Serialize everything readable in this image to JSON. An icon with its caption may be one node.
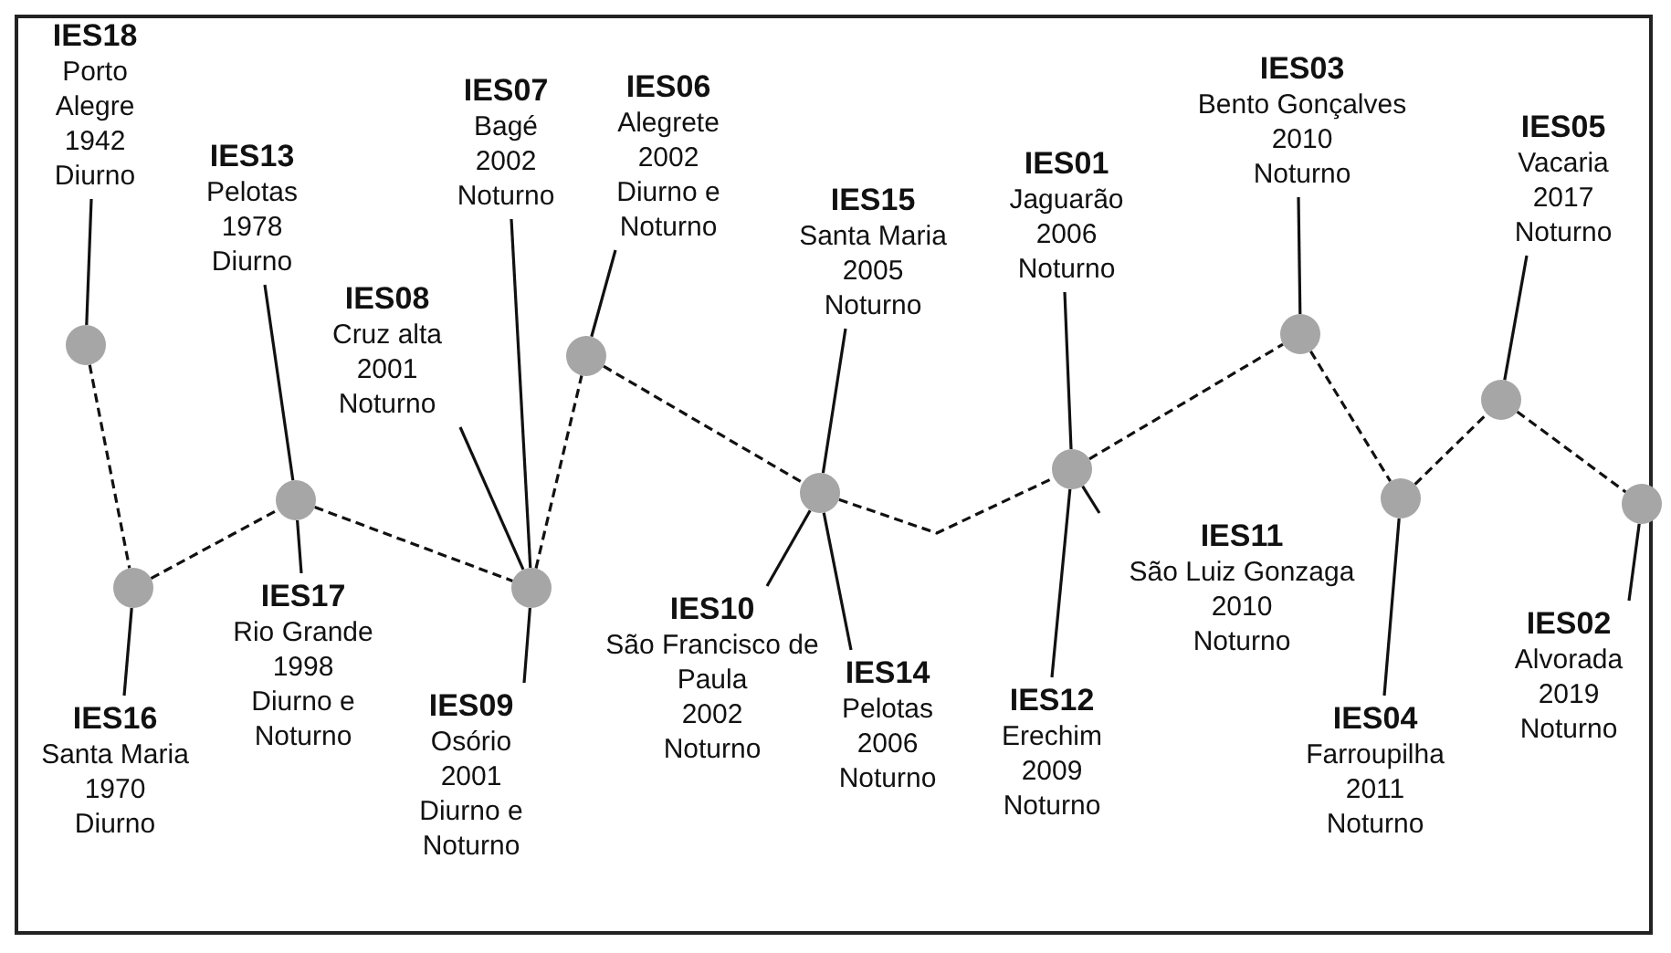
{
  "diagram": {
    "nodes": [
      {
        "text": [
          "IES18",
          "Porto Alegre",
          "1942",
          "Diurno"
        ]
      },
      {
        "text": [
          "IES13",
          "Pelotas",
          "1978",
          "Diurno"
        ]
      },
      {
        "text": [
          "IES08",
          "Cruz alta",
          "2001",
          "Noturno"
        ]
      },
      {
        "text": [
          "IES07",
          "Bagé",
          "2002",
          "Noturno"
        ]
      },
      {
        "text": [
          "IES06",
          "Alegrete",
          "2002",
          "Diurno e Noturno"
        ]
      },
      {
        "text": [
          "IES15",
          "Santa Maria",
          "2005",
          "Noturno"
        ]
      },
      {
        "text": [
          "IES01",
          "Jaguarão",
          "2006",
          "Noturno"
        ]
      },
      {
        "text": [
          "IES03",
          "Bento Gonçalves",
          "2010",
          "Noturno"
        ]
      },
      {
        "text": [
          "IES05",
          "Vacaria",
          "2017",
          "Noturno"
        ]
      },
      {
        "text": [],
        "shape": "circle"
      },
      {
        "text": [],
        "shape": "circle"
      },
      {
        "text": [],
        "shape": "circle"
      },
      {
        "text": [],
        "shape": "circle"
      },
      {
        "text": [],
        "shape": "circle"
      },
      {
        "text": [],
        "shape": "circle"
      },
      {
        "text": [],
        "shape": "circle"
      },
      {
        "text": [],
        "shape": "circle"
      },
      {
        "text": [],
        "shape": "circle"
      },
      {
        "text": [],
        "shape": "circle"
      },
      {
        "text": [],
        "shape": "circle"
      },
      {
        "text": [
          "IES16",
          "Santa Maria",
          "1970",
          "Diurno"
        ]
      },
      {
        "text": [
          "IES17",
          "Rio Grande",
          "1998",
          "Diurno e Noturno"
        ]
      },
      {
        "text": [
          "IES09",
          "Osório",
          "2001",
          "Diurno e Noturno"
        ]
      },
      {
        "text": [
          "IES10",
          "São Francisco de Paula",
          "2002",
          "Noturno"
        ]
      },
      {
        "text": [
          "IES14",
          "Pelotas",
          "2006",
          "Noturno"
        ]
      },
      {
        "text": [
          "IES12",
          "Erechim",
          "2009",
          "Noturno"
        ]
      },
      {
        "text": [
          "IES11",
          "São Luiz Gonzaga",
          "2010",
          "Noturno"
        ]
      },
      {
        "text": [
          "IES04",
          "Farroupilha",
          "2011",
          "Noturno"
        ]
      },
      {
        "text": [
          "IES02",
          "Alvorada",
          "2019",
          "Noturno"
        ]
      }
    ],
    "edges": [
      {
        "from": 9,
        "to": 10,
        "arrow": "none",
        "style": "dashed"
      },
      {
        "from": 10,
        "to": 11,
        "arrow": "none",
        "style": "dashed"
      },
      {
        "from": 11,
        "to": 12,
        "arrow": "none",
        "style": "dashed"
      },
      {
        "from": 12,
        "to": 13,
        "arrow": "none",
        "style": "dashed"
      },
      {
        "from": 13,
        "to": 14,
        "arrow": "none",
        "style": "dashed"
      },
      {
        "from": 14,
        "to": 15,
        "arrow": "none",
        "style": "dashed"
      },
      {
        "from": 15,
        "to": 16,
        "arrow": "none",
        "style": "dashed"
      },
      {
        "from": 16,
        "to": 17,
        "arrow": "none",
        "style": "dashed"
      },
      {
        "from": 17,
        "to": 18,
        "arrow": "none",
        "style": "dashed"
      },
      {
        "from": 18,
        "to": 19,
        "arrow": "none",
        "style": "dashed"
      },
      {
        "from": 0,
        "to": 9,
        "arrow": "none"
      },
      {
        "from": 1,
        "to": 11,
        "arrow": "none"
      },
      {
        "from": 2,
        "to": 12,
        "arrow": "none"
      },
      {
        "from": 3,
        "to": 12,
        "arrow": "none"
      },
      {
        "from": 4,
        "to": 13,
        "arrow": "none"
      },
      {
        "from": 5,
        "to": 14,
        "arrow": "none"
      },
      {
        "from": 6,
        "to": 15,
        "arrow": "none"
      },
      {
        "from": 7,
        "to": 16,
        "arrow": "none"
      },
      {
        "from": 8,
        "to": 18,
        "arrow": "none"
      },
      {
        "from": 20,
        "to": 10,
        "arrow": "none"
      },
      {
        "from": 21,
        "to": 11,
        "arrow": "none"
      },
      {
        "from": 22,
        "to": 12,
        "arrow": "none"
      },
      {
        "from": 23,
        "to": 14,
        "arrow": "none"
      },
      {
        "from": 24,
        "to": 14,
        "arrow": "none"
      },
      {
        "from": 25,
        "to": 15,
        "arrow": "none"
      },
      {
        "from": 26,
        "to": 15,
        "arrow": "none"
      },
      {
        "from": 27,
        "to": 17,
        "arrow": "none"
      },
      {
        "from": 28,
        "to": 19,
        "arrow": "none"
      }
    ]
  }
}
